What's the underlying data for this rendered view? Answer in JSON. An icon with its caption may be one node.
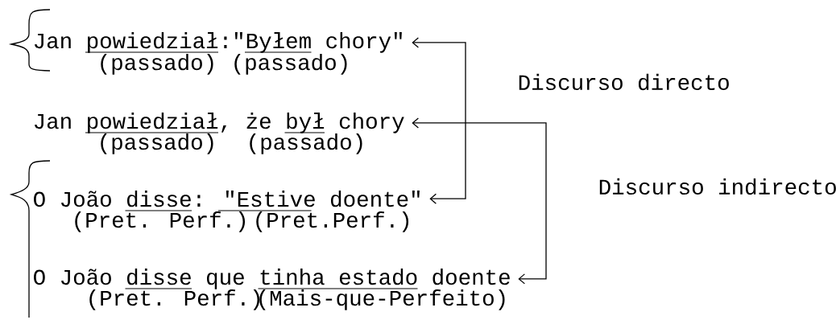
{
  "diagram": {
    "nodes": [
      {
        "text": [
          "Jan powiedział:\"Byłem chory\"",
          "(passado)",
          "(passado)"
        ]
      },
      {
        "text": [
          "Jan powiedział, że był chory",
          "(passado)",
          "(passado)"
        ]
      },
      {
        "text": [
          "O João disse: \"Estive doente\"",
          "(Pret. Perf.)",
          "(Pret.Perf.)"
        ]
      },
      {
        "text": [
          "O João disse que tinha estado doente",
          "(Pret. Perf.)",
          "(Mais-que-Perfeito)"
        ]
      }
    ],
    "edges": [
      {
        "from": 0,
        "to": 2,
        "arrow": "both"
      },
      {
        "from": 1,
        "to": 3,
        "arrow": "both"
      }
    ],
    "labels": [
      "Discurso directo",
      "Discurso indirecto"
    ]
  }
}
